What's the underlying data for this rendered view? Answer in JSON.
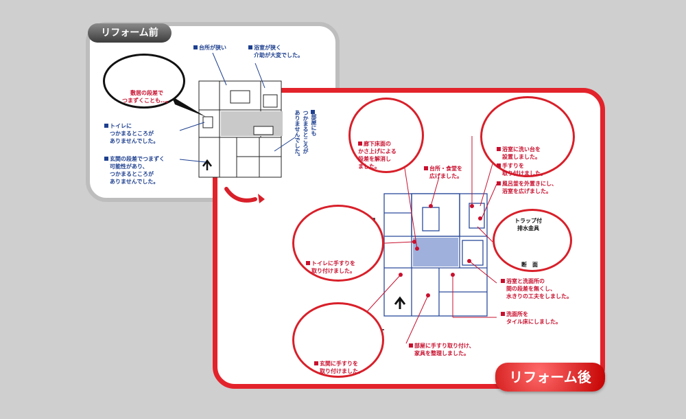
{
  "badges": {
    "before": "リフォーム前",
    "after": "リフォーム後"
  },
  "before": {
    "bubble": [
      "敷居の段差で",
      "つまずくことも…。"
    ],
    "notes": {
      "kitchen": "台所が狭い",
      "bath": [
        "浴室が狭く",
        "介助が大変でした。"
      ],
      "toilet": [
        "トイレに",
        "つかまるところが",
        "ありませんでした。"
      ],
      "entrance": [
        "玄関の段差でつまずく",
        "可能性があり、",
        "つかまるところが",
        "ありませんでした。"
      ],
      "room": [
        "部屋にも",
        "つかまるところが",
        "ありませんでした。"
      ]
    }
  },
  "after": {
    "notes": {
      "corridor": [
        "廊下床面の",
        "かさ上げによる",
        "段差を解消し",
        "ました。"
      ],
      "kitchen": [
        "台所・食堂を",
        "広げました。"
      ],
      "bath_sink": [
        "浴室に洗い台を",
        "設置しました。"
      ],
      "bath_rail": [
        "手すりを",
        "取り付けました。"
      ],
      "tub": [
        "風呂釜を外置きにし、",
        "浴室を広げました。"
      ],
      "trap": [
        "トラップ付",
        "排水金具"
      ],
      "section": "断　面",
      "threshold": [
        "浴室と洗面所の",
        "間の段差を無くし、",
        "水きりの工夫をしました。"
      ],
      "wash": [
        "洗面所を",
        "タイル床にしました。"
      ],
      "room": [
        "部屋に手すり取り付け、",
        "家具を整理しました。"
      ],
      "toilet": [
        "トイレに手すりを",
        "取り付けました。"
      ],
      "entrance": [
        "玄関に手すりを",
        "取り付けました。"
      ]
    }
  },
  "colors": {
    "accent_red": "#e3232b",
    "note_blue": "#1d3f8f",
    "note_red": "#c8102e",
    "highlight": "#9fb0dc"
  }
}
